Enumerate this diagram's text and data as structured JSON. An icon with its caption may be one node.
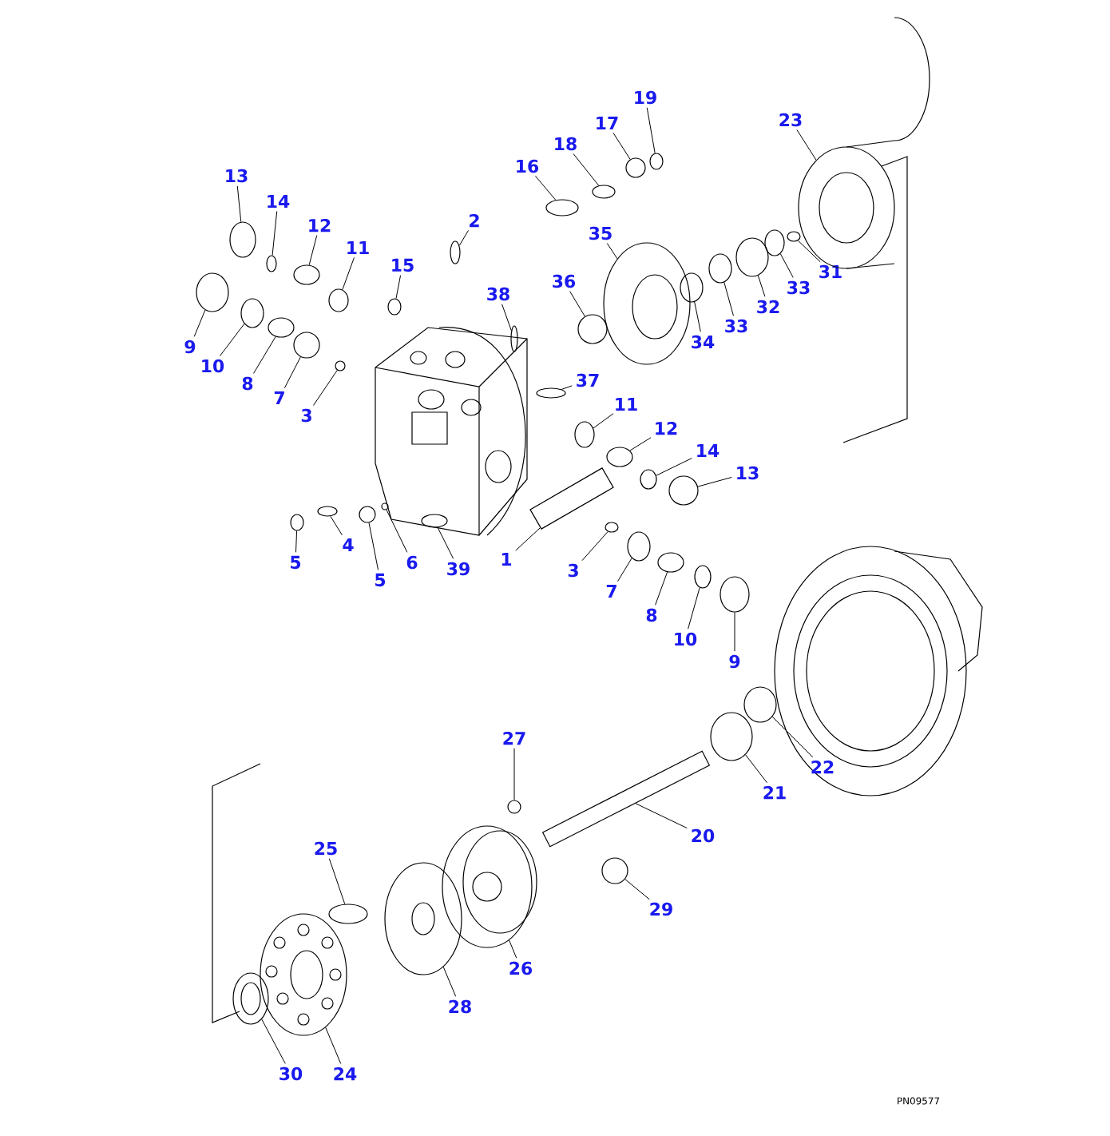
{
  "diagram": {
    "nodes": [
      {
        "text": [
          "13"
        ]
      },
      {
        "text": [
          "14"
        ]
      },
      {
        "text": [
          "12"
        ]
      },
      {
        "text": [
          "11"
        ]
      },
      {
        "text": [
          "2"
        ]
      },
      {
        "text": [
          "15"
        ]
      },
      {
        "text": [
          "9"
        ]
      },
      {
        "text": [
          "10"
        ]
      },
      {
        "text": [
          "8"
        ]
      },
      {
        "text": [
          "7"
        ]
      },
      {
        "text": [
          "3"
        ]
      },
      {
        "text": [
          "38"
        ]
      },
      {
        "text": [
          "16"
        ]
      },
      {
        "text": [
          "18"
        ]
      },
      {
        "text": [
          "17"
        ]
      },
      {
        "text": [
          "19"
        ]
      },
      {
        "text": [
          "35"
        ]
      },
      {
        "text": [
          "36"
        ]
      },
      {
        "text": [
          "37"
        ]
      },
      {
        "text": [
          "23"
        ]
      },
      {
        "text": [
          "31"
        ]
      },
      {
        "text": [
          "33"
        ]
      },
      {
        "text": [
          "32"
        ]
      },
      {
        "text": [
          "33"
        ]
      },
      {
        "text": [
          "34"
        ]
      },
      {
        "text": [
          "11"
        ]
      },
      {
        "text": [
          "12"
        ]
      },
      {
        "text": [
          "14"
        ]
      },
      {
        "text": [
          "13"
        ]
      },
      {
        "text": [
          "5"
        ]
      },
      {
        "text": [
          "4"
        ]
      },
      {
        "text": [
          "5"
        ]
      },
      {
        "text": [
          "6"
        ]
      },
      {
        "text": [
          "39"
        ]
      },
      {
        "text": [
          "1"
        ]
      },
      {
        "text": [
          "3"
        ]
      },
      {
        "text": [
          "7"
        ]
      },
      {
        "text": [
          "8"
        ]
      },
      {
        "text": [
          "10"
        ]
      },
      {
        "text": [
          "9"
        ]
      },
      {
        "text": [
          "22"
        ]
      },
      {
        "text": [
          "21"
        ]
      },
      {
        "text": [
          "20"
        ]
      },
      {
        "text": [
          "27"
        ]
      },
      {
        "text": [
          "29"
        ]
      },
      {
        "text": [
          "25"
        ]
      },
      {
        "text": [
          "26"
        ]
      },
      {
        "text": [
          "28"
        ]
      },
      {
        "text": [
          "24"
        ]
      },
      {
        "text": [
          "30"
        ]
      },
      {
        "text": [],
        "shape": "circle"
      },
      {
        "text": [],
        "shape": "circle"
      },
      {
        "text": [],
        "shape": "circle"
      },
      {
        "text": [],
        "shape": "circle"
      },
      {
        "text": [],
        "shape": "circle"
      },
      {
        "text": [],
        "shape": "circle"
      },
      {
        "text": [],
        "shape": "circle"
      },
      {
        "text": [],
        "shape": "circle"
      },
      {
        "text": [],
        "shape": "circle"
      },
      {
        "text": [],
        "shape": "circle"
      },
      {
        "text": [],
        "shape": "circle"
      },
      {
        "text": [],
        "shape": "circle"
      },
      {
        "text": [],
        "shape": "circle"
      },
      {
        "text": [],
        "shape": "circle"
      },
      {
        "text": [],
        "shape": "circle"
      },
      {
        "text": [],
        "shape": "circle"
      },
      {
        "text": [],
        "shape": "circle"
      },
      {
        "text": [],
        "shape": "circle"
      },
      {
        "text": [],
        "shape": "circle"
      },
      {
        "text": [],
        "shape": "circle"
      },
      {
        "text": [],
        "shape": "circle"
      },
      {
        "text": [],
        "shape": "circle"
      },
      {
        "text": [],
        "shape": "circle"
      },
      {
        "text": [],
        "shape": "circle"
      },
      {
        "text": [],
        "shape": "circle"
      },
      {
        "text": [],
        "shape": "circle"
      },
      {
        "text": [],
        "shape": "circle"
      },
      {
        "text": [],
        "shape": "circle"
      },
      {
        "text": [],
        "shape": "circle"
      },
      {
        "text": [],
        "shape": "circle"
      },
      {
        "text": [],
        "shape": "circle"
      },
      {
        "text": [],
        "shape": "circle"
      },
      {
        "text": [],
        "shape": "circle"
      },
      {
        "text": [],
        "shape": "circle"
      },
      {
        "text": [],
        "shape": "bar"
      },
      {
        "text": [],
        "shape": "circle"
      },
      {
        "text": [],
        "shape": "circle"
      },
      {
        "text": [],
        "shape": "circle"
      },
      {
        "text": [],
        "shape": "circle"
      },
      {
        "text": [],
        "shape": "circle"
      },
      {
        "text": [],
        "shape": "circle"
      },
      {
        "text": [],
        "shape": "circle"
      },
      {
        "text": [],
        "shape": "bar"
      },
      {
        "text": [],
        "shape": "circle"
      },
      {
        "text": [],
        "shape": "circle"
      },
      {
        "text": [],
        "shape": "circle"
      },
      {
        "text": [],
        "shape": "circle"
      },
      {
        "text": [],
        "shape": "circle"
      },
      {
        "text": [],
        "shape": "circle"
      },
      {
        "text": [],
        "shape": "circle"
      }
    ],
    "edges": [
      {
        "from": 0,
        "to": 50,
        "arrow": "none"
      },
      {
        "from": 1,
        "to": 51,
        "arrow": "none"
      },
      {
        "from": 2,
        "to": 52,
        "arrow": "none"
      },
      {
        "from": 3,
        "to": 53,
        "arrow": "none"
      },
      {
        "from": 4,
        "to": 54,
        "arrow": "none"
      },
      {
        "from": 5,
        "to": 55,
        "arrow": "none"
      },
      {
        "from": 6,
        "to": 56,
        "arrow": "none"
      },
      {
        "from": 7,
        "to": 57,
        "arrow": "none"
      },
      {
        "from": 8,
        "to": 58,
        "arrow": "none"
      },
      {
        "from": 9,
        "to": 59,
        "arrow": "none"
      },
      {
        "from": 10,
        "to": 60,
        "arrow": "none"
      },
      {
        "from": 11,
        "to": 61,
        "arrow": "none"
      },
      {
        "from": 12,
        "to": 62,
        "arrow": "none"
      },
      {
        "from": 13,
        "to": 63,
        "arrow": "none"
      },
      {
        "from": 14,
        "to": 64,
        "arrow": "none"
      },
      {
        "from": 15,
        "to": 65,
        "arrow": "none"
      },
      {
        "from": 16,
        "to": 66,
        "arrow": "none"
      },
      {
        "from": 17,
        "to": 67,
        "arrow": "none"
      },
      {
        "from": 18,
        "to": 68,
        "arrow": "none"
      },
      {
        "from": 19,
        "to": 69,
        "arrow": "none"
      },
      {
        "from": 20,
        "to": 70,
        "arrow": "none"
      },
      {
        "from": 21,
        "to": 71,
        "arrow": "none"
      },
      {
        "from": 22,
        "to": 72,
        "arrow": "none"
      },
      {
        "from": 23,
        "to": 73,
        "arrow": "none"
      },
      {
        "from": 24,
        "to": 74,
        "arrow": "none"
      },
      {
        "from": 25,
        "to": 75,
        "arrow": "none"
      },
      {
        "from": 26,
        "to": 76,
        "arrow": "none"
      },
      {
        "from": 27,
        "to": 77,
        "arrow": "none"
      },
      {
        "from": 28,
        "to": 78,
        "arrow": "none"
      },
      {
        "from": 29,
        "to": 79,
        "arrow": "none"
      },
      {
        "from": 30,
        "to": 80,
        "arrow": "none"
      },
      {
        "from": 31,
        "to": 81,
        "arrow": "none"
      },
      {
        "from": 32,
        "to": 82,
        "arrow": "none"
      },
      {
        "from": 33,
        "to": 83,
        "arrow": "none"
      },
      {
        "from": 34,
        "to": 84,
        "arrow": "none"
      },
      {
        "from": 35,
        "to": 85,
        "arrow": "none"
      },
      {
        "from": 36,
        "to": 86,
        "arrow": "none"
      },
      {
        "from": 37,
        "to": 87,
        "arrow": "none"
      },
      {
        "from": 38,
        "to": 88,
        "arrow": "none"
      },
      {
        "from": 39,
        "to": 89,
        "arrow": "none"
      },
      {
        "from": 40,
        "to": 90,
        "arrow": "none"
      },
      {
        "from": 41,
        "to": 91,
        "arrow": "none"
      },
      {
        "from": 42,
        "to": 92,
        "arrow": "none"
      },
      {
        "from": 43,
        "to": 93,
        "arrow": "none"
      },
      {
        "from": 44,
        "to": 94,
        "arrow": "none"
      },
      {
        "from": 45,
        "to": 95,
        "arrow": "none"
      },
      {
        "from": 46,
        "to": 96,
        "arrow": "none"
      },
      {
        "from": 47,
        "to": 97,
        "arrow": "none"
      },
      {
        "from": 48,
        "to": 98,
        "arrow": "none"
      },
      {
        "from": 49,
        "to": 99,
        "arrow": "none"
      }
    ],
    "labels": [
      "PN09577"
    ]
  }
}
